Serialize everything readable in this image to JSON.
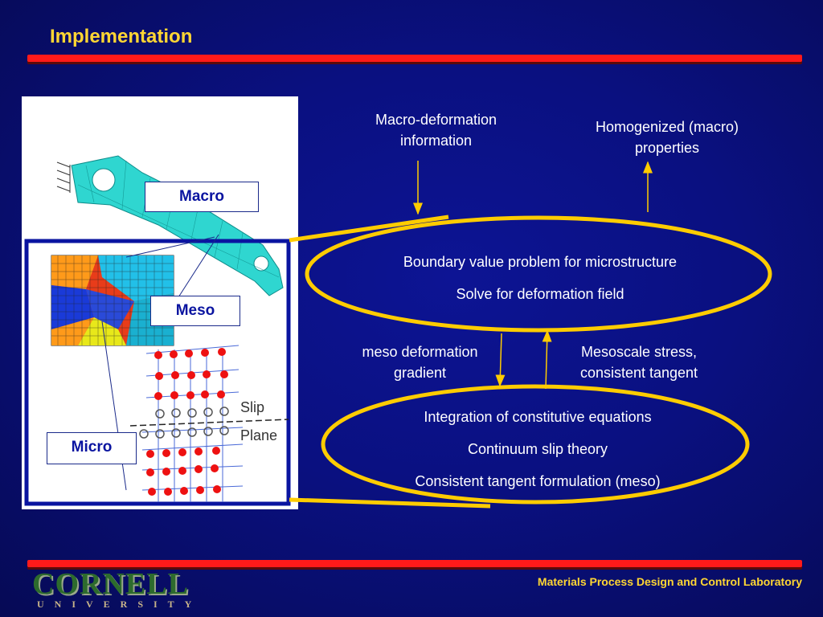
{
  "slide": {
    "title": "Implementation",
    "footer": "Materials Process Design and Control Laboratory",
    "logo": {
      "main": "CORNELL",
      "sub": "UNIVERSITY"
    }
  },
  "scale_labels": {
    "macro": "Macro",
    "meso": "Meso",
    "micro": "Micro"
  },
  "figure_text": {
    "slip_line1": "Slip",
    "slip_line2": "Plane"
  },
  "flow": {
    "macro_deformation": [
      "Macro-deformation",
      "information"
    ],
    "homogenized": [
      "Homogenized (macro)",
      "properties"
    ],
    "upper_ellipse": [
      "Boundary value problem for microstructure",
      "Solve for deformation field"
    ],
    "meso_deformation": [
      "meso deformation",
      "gradient"
    ],
    "mesoscale_stress": [
      "Mesoscale stress,",
      "consistent tangent"
    ],
    "lower_ellipse": [
      "Integration of constitutive equations",
      "Continuum slip theory",
      "Consistent tangent formulation (meso)"
    ]
  },
  "colors": {
    "title": "#ffd633",
    "rule": "#ff1a1a",
    "ellipse": "#ffcc00",
    "background": "#0a1080",
    "frame": "#0a14a0"
  }
}
